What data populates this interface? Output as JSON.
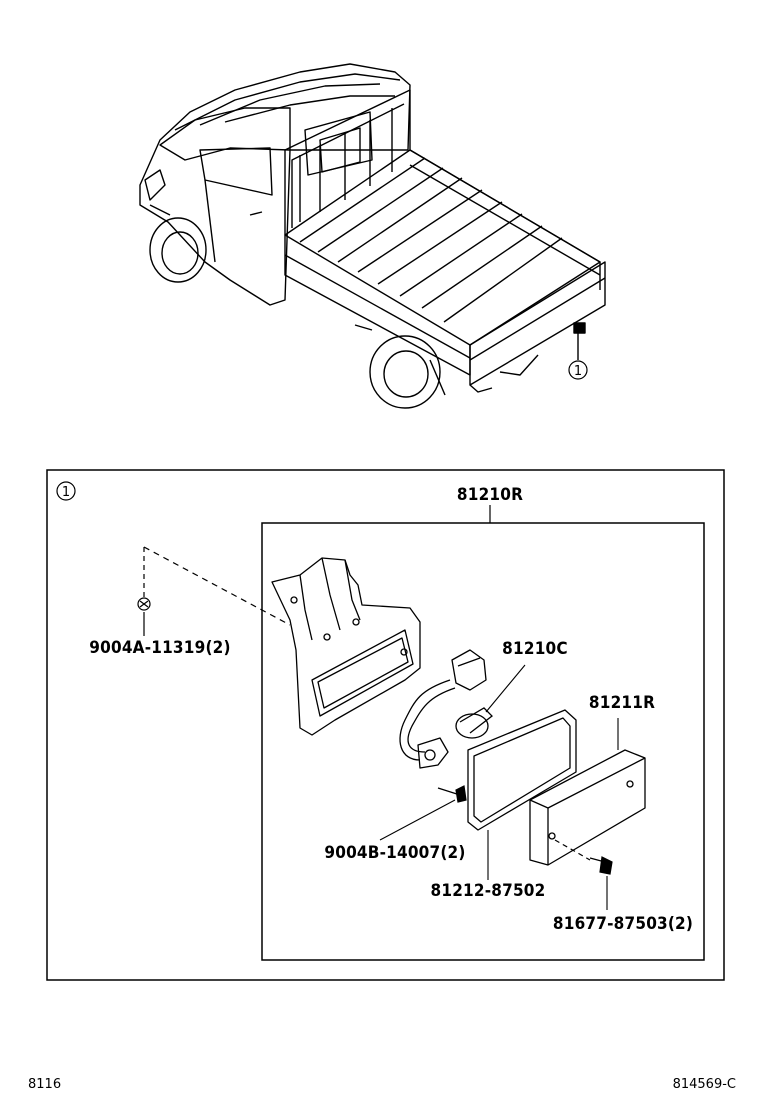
{
  "diagram": {
    "callout_marker": "1",
    "inset_marker": "1",
    "assembly_part": "81210R",
    "parts": [
      {
        "id": "bolt",
        "number": "9004A-11319(2)"
      },
      {
        "id": "bulb",
        "number": "81210C"
      },
      {
        "id": "lens",
        "number": "81211R"
      },
      {
        "id": "screw",
        "number": "9004B-14007(2)"
      },
      {
        "id": "gasket",
        "number": "81212-87502"
      },
      {
        "id": "lens-screw",
        "number": "81677-87503(2)"
      }
    ]
  },
  "footer": {
    "left_code": "8116",
    "right_code": "814569-C"
  }
}
